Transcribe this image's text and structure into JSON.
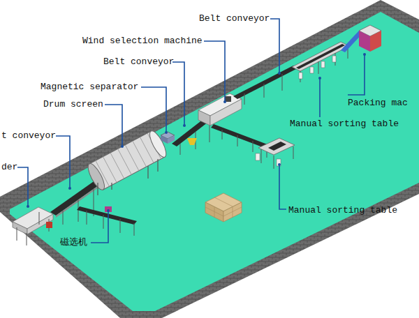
{
  "diagram": {
    "labels": [
      "Belt conveyor",
      "Wind selection machine",
      "Belt conveyor",
      "Magnetic separator",
      "Drum screen",
      "t conveyor",
      "der",
      "磁选机",
      "Packing mac",
      "Manual sorting table",
      "Manual sorting table"
    ]
  }
}
